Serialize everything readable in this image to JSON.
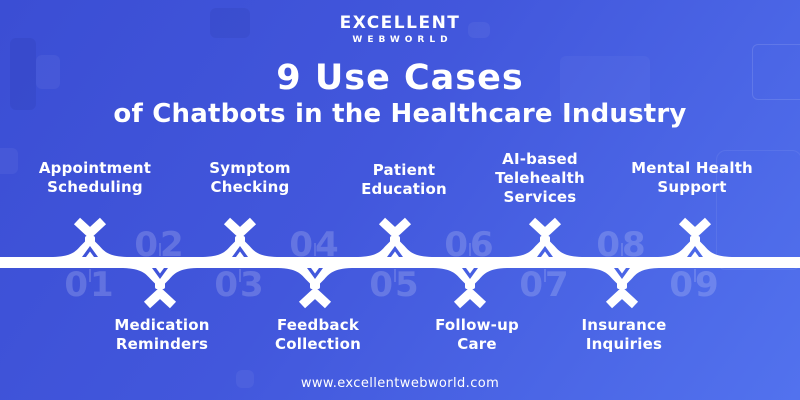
{
  "brand": {
    "line1": "EXCELLENT",
    "line2": "WEBWORLD"
  },
  "title": {
    "line1": "9 Use Cases",
    "line2": "of Chatbots in the Healthcare Industry"
  },
  "timeline": {
    "top_items": [
      {
        "number": "01",
        "label": "Appointment\nScheduling"
      },
      {
        "number": "03",
        "label": "Symptom\nChecking"
      },
      {
        "number": "05",
        "label": "Patient\nEducation"
      },
      {
        "number": "07",
        "label": "AI-based\nTelehealth\nServices"
      },
      {
        "number": "09",
        "label": "Mental Health\nSupport"
      }
    ],
    "bottom_items": [
      {
        "number": "02",
        "label": "Medication\nReminders"
      },
      {
        "number": "04",
        "label": "Feedback\nCollection"
      },
      {
        "number": "06",
        "label": "Follow-up\nCare"
      },
      {
        "number": "08",
        "label": "Insurance\nInquiries"
      }
    ]
  },
  "footer": {
    "url": "www.excellentwebworld.com"
  },
  "colors": {
    "background_start": "#3b4ed4",
    "background_end": "#5272ee",
    "foreground": "#ffffff",
    "number_tint": "rgba(255,255,255,0.18)"
  }
}
